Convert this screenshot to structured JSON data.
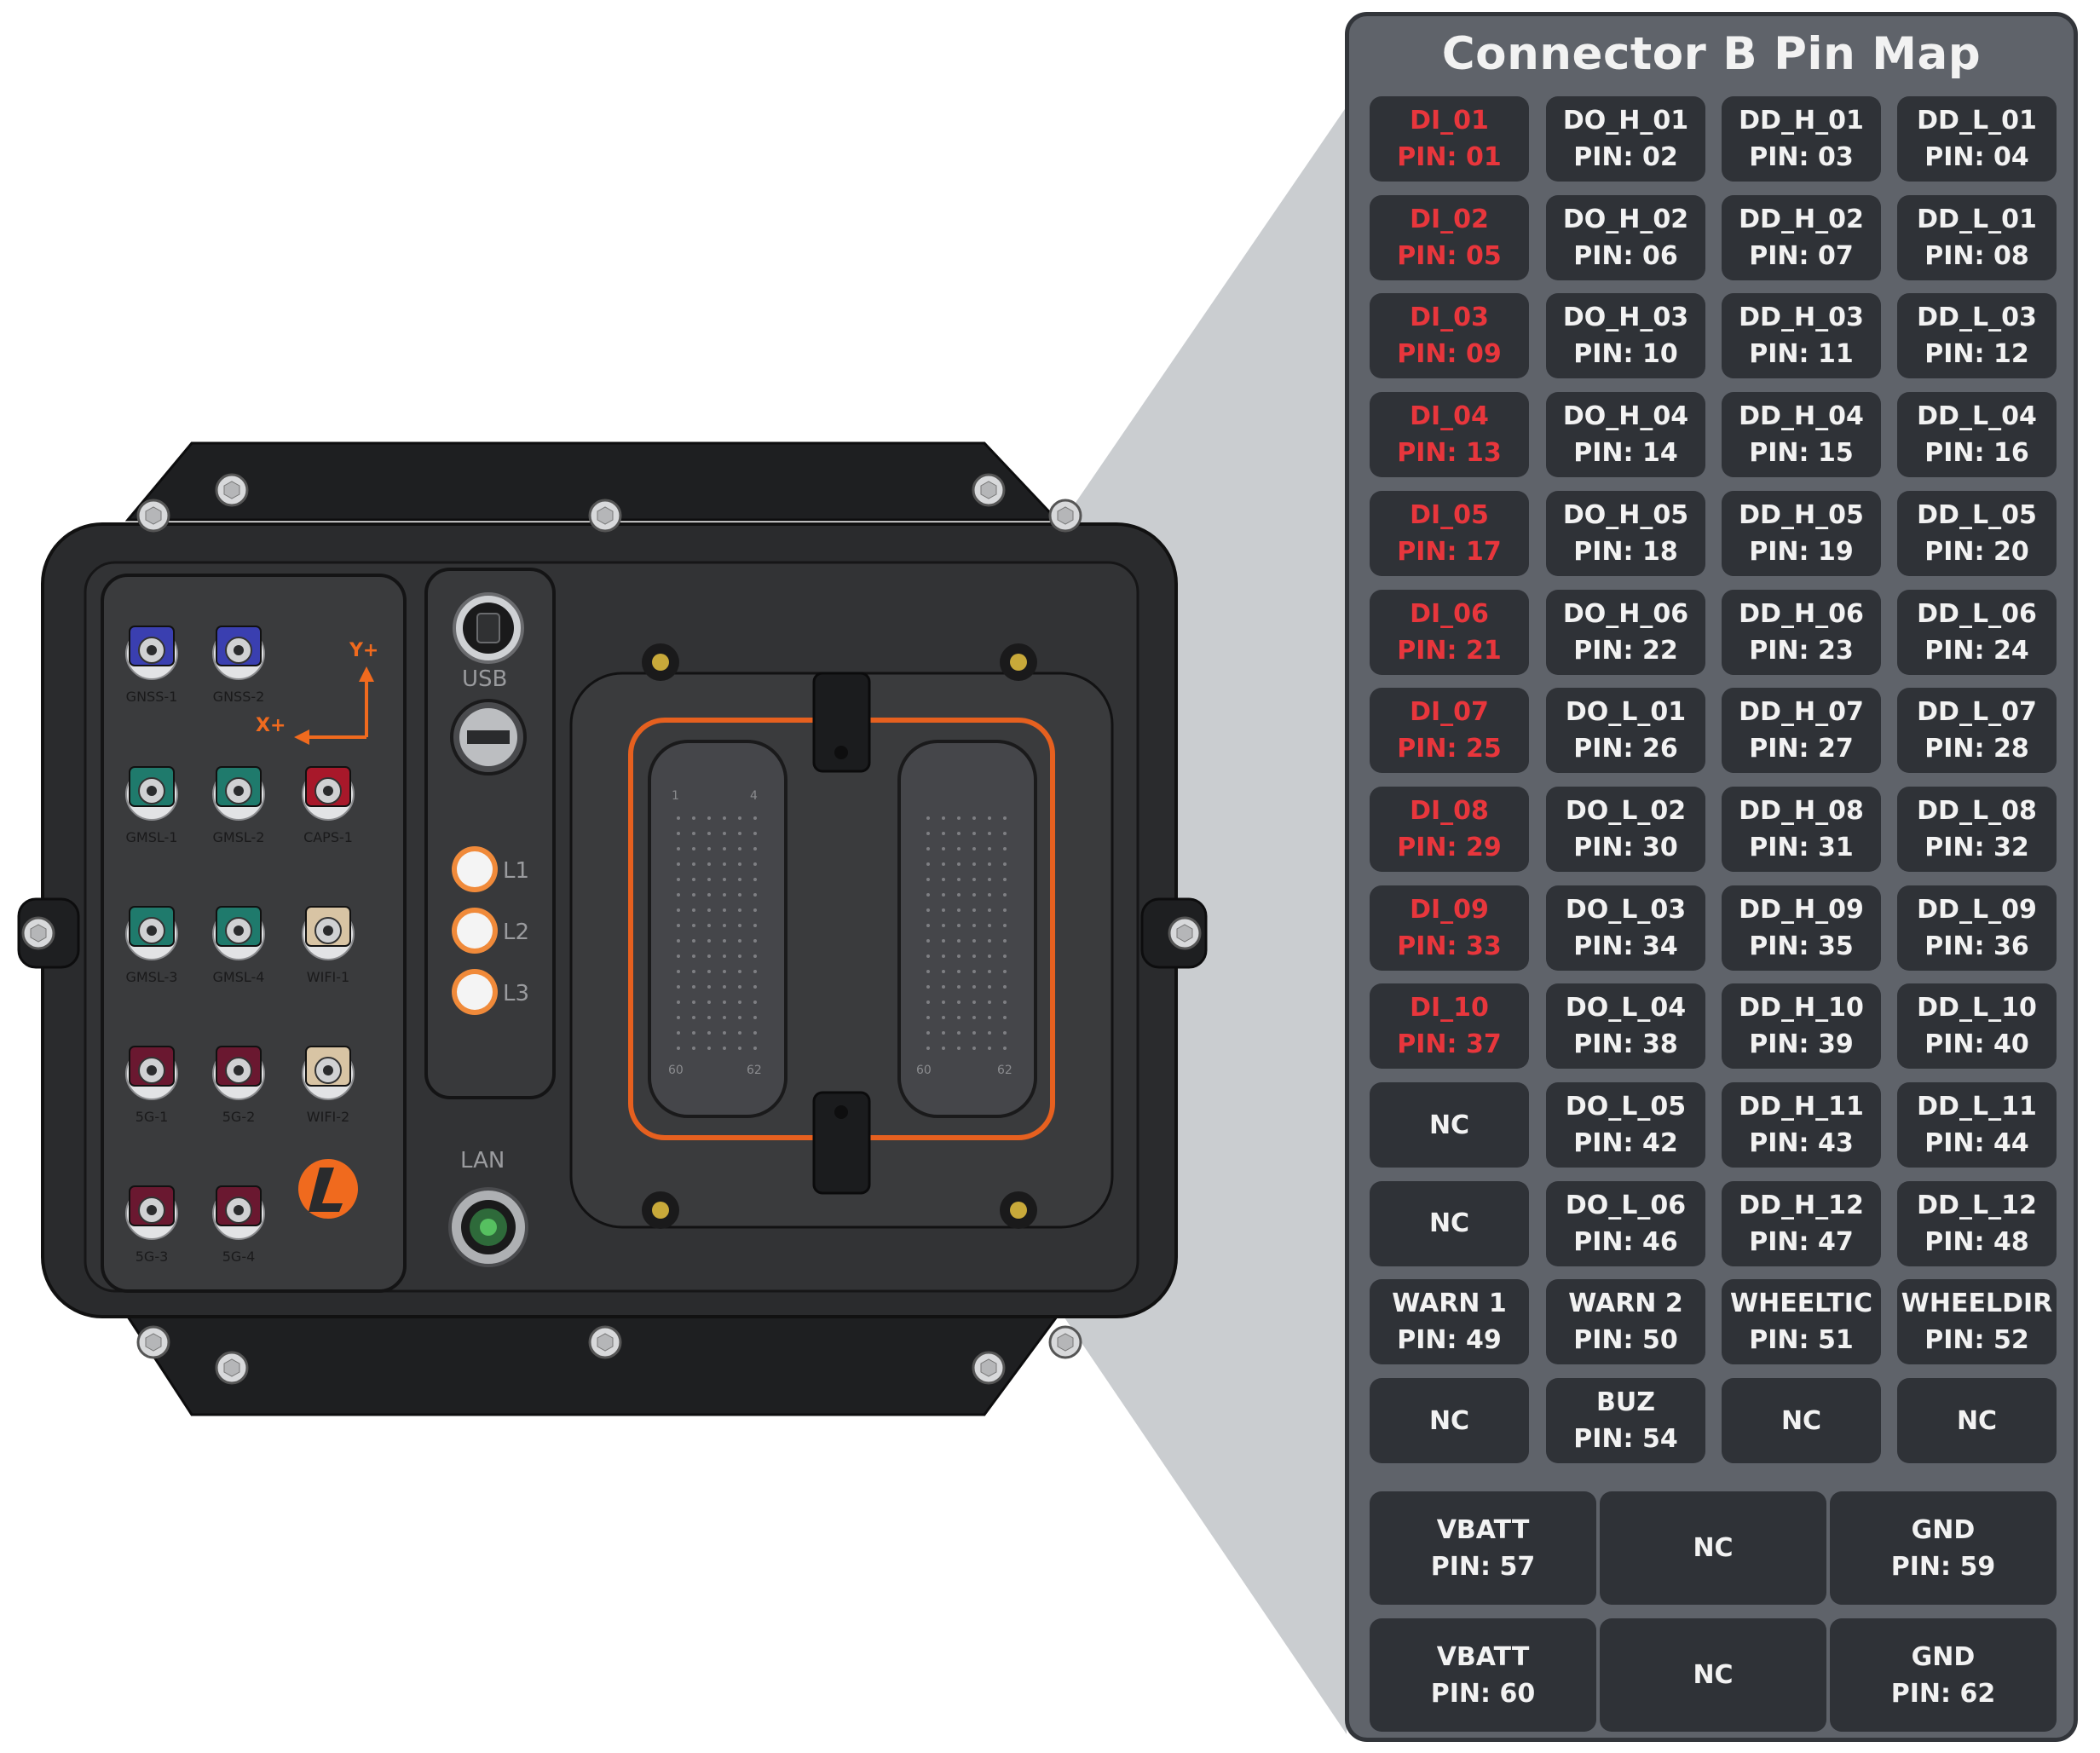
{
  "panel": {
    "title": "Connector B Pin Map",
    "colors": {
      "panel_bg": "#5f636a",
      "cell_bg": "#2f3237",
      "text": "#f2f2f2",
      "digital_input_text": "#e8363c"
    },
    "rows": [
      [
        {
          "label": "DI_01",
          "pin": "PIN: 01",
          "red": true
        },
        {
          "label": "DO_H_01",
          "pin": "PIN: 02"
        },
        {
          "label": "DD_H_01",
          "pin": "PIN: 03"
        },
        {
          "label": "DD_L_01",
          "pin": "PIN: 04"
        }
      ],
      [
        {
          "label": "DI_02",
          "pin": "PIN: 05",
          "red": true
        },
        {
          "label": "DO_H_02",
          "pin": "PIN: 06"
        },
        {
          "label": "DD_H_02",
          "pin": "PIN: 07"
        },
        {
          "label": "DD_L_01",
          "pin": "PIN: 08"
        }
      ],
      [
        {
          "label": "DI_03",
          "pin": "PIN: 09",
          "red": true
        },
        {
          "label": "DO_H_03",
          "pin": "PIN: 10"
        },
        {
          "label": "DD_H_03",
          "pin": "PIN: 11"
        },
        {
          "label": "DD_L_03",
          "pin": "PIN: 12"
        }
      ],
      [
        {
          "label": "DI_04",
          "pin": "PIN: 13",
          "red": true
        },
        {
          "label": "DO_H_04",
          "pin": "PIN: 14"
        },
        {
          "label": "DD_H_04",
          "pin": "PIN: 15"
        },
        {
          "label": "DD_L_04",
          "pin": "PIN: 16"
        }
      ],
      [
        {
          "label": "DI_05",
          "pin": "PIN: 17",
          "red": true
        },
        {
          "label": "DO_H_05",
          "pin": "PIN: 18"
        },
        {
          "label": "DD_H_05",
          "pin": "PIN: 19"
        },
        {
          "label": "DD_L_05",
          "pin": "PIN: 20"
        }
      ],
      [
        {
          "label": "DI_06",
          "pin": "PIN: 21",
          "red": true
        },
        {
          "label": "DO_H_06",
          "pin": "PIN: 22"
        },
        {
          "label": "DD_H_06",
          "pin": "PIN: 23"
        },
        {
          "label": "DD_L_06",
          "pin": "PIN: 24"
        }
      ],
      [
        {
          "label": "DI_07",
          "pin": "PIN: 25",
          "red": true
        },
        {
          "label": "DO_L_01",
          "pin": "PIN: 26"
        },
        {
          "label": "DD_H_07",
          "pin": "PIN: 27"
        },
        {
          "label": "DD_L_07",
          "pin": "PIN: 28"
        }
      ],
      [
        {
          "label": "DI_08",
          "pin": "PIN: 29",
          "red": true
        },
        {
          "label": "DO_L_02",
          "pin": "PIN: 30"
        },
        {
          "label": "DD_H_08",
          "pin": "PIN: 31"
        },
        {
          "label": "DD_L_08",
          "pin": "PIN: 32"
        }
      ],
      [
        {
          "label": "DI_09",
          "pin": "PIN: 33",
          "red": true
        },
        {
          "label": "DO_L_03",
          "pin": "PIN: 34"
        },
        {
          "label": "DD_H_09",
          "pin": "PIN: 35"
        },
        {
          "label": "DD_L_09",
          "pin": "PIN: 36"
        }
      ],
      [
        {
          "label": "DI_10",
          "pin": "PIN: 37",
          "red": true
        },
        {
          "label": "DO_L_04",
          "pin": "PIN: 38"
        },
        {
          "label": "DD_H_10",
          "pin": "PIN: 39"
        },
        {
          "label": "DD_L_10",
          "pin": "PIN: 40"
        }
      ],
      [
        {
          "label": "NC"
        },
        {
          "label": "DO_L_05",
          "pin": "PIN: 42"
        },
        {
          "label": "DD_H_11",
          "pin": "PIN: 43"
        },
        {
          "label": "DD_L_11",
          "pin": "PIN: 44"
        }
      ],
      [
        {
          "label": "NC"
        },
        {
          "label": "DO_L_06",
          "pin": "PIN: 46"
        },
        {
          "label": "DD_H_12",
          "pin": "PIN: 47"
        },
        {
          "label": "DD_L_12",
          "pin": "PIN: 48"
        }
      ],
      [
        {
          "label": "WARN 1",
          "pin": "PIN: 49"
        },
        {
          "label": "WARN 2",
          "pin": "PIN: 50"
        },
        {
          "label": "WHEELTIC",
          "pin": "PIN: 51"
        },
        {
          "label": "WHEELDIR",
          "pin": "PIN: 52"
        }
      ],
      [
        {
          "label": "NC"
        },
        {
          "label": "BUZ",
          "pin": "PIN: 54"
        },
        {
          "label": "NC"
        },
        {
          "label": "NC"
        }
      ]
    ],
    "power_rows": [
      [
        {
          "label": "VBATT",
          "pin": "PIN: 57"
        },
        {
          "label": "NC"
        },
        {
          "label": "GND",
          "pin": "PIN: 59"
        }
      ],
      [
        {
          "label": "VBATT",
          "pin": "PIN: 60"
        },
        {
          "label": "NC"
        },
        {
          "label": "GND",
          "pin": "PIN: 62"
        }
      ]
    ]
  },
  "device": {
    "axis_labels": {
      "y": "Y+",
      "x": "X+"
    },
    "axis_color": "#f06a1e",
    "rf_connectors": [
      {
        "label": "GNSS-1",
        "color": "#3a3fb0"
      },
      {
        "label": "GNSS-2",
        "color": "#3a3fb0"
      },
      {
        "label": "GMSL-1",
        "color": "#1f7a6c"
      },
      {
        "label": "GMSL-2",
        "color": "#1f7a6c"
      },
      {
        "label": "CAPS-1",
        "color": "#a8182a"
      },
      {
        "label": "GMSL-3",
        "color": "#1f7a6c"
      },
      {
        "label": "GMSL-4",
        "color": "#1f7a6c"
      },
      {
        "label": "WIFI-1",
        "color": "#d8c4a4"
      },
      {
        "label": "5G-1",
        "color": "#6a1830"
      },
      {
        "label": "5G-2",
        "color": "#6a1830"
      },
      {
        "label": "WIFI-2",
        "color": "#d8c4a4"
      },
      {
        "label": "5G-3",
        "color": "#6a1830"
      },
      {
        "label": "5G-4",
        "color": "#6a1830"
      }
    ],
    "port_labels": {
      "usb": "USB",
      "lan": "LAN"
    },
    "leds": [
      "L1",
      "L2",
      "L3"
    ],
    "connector_pin_labels": {
      "top_left": "1",
      "top_right": "4",
      "bottom_left": "60",
      "bottom_right": "62"
    }
  }
}
